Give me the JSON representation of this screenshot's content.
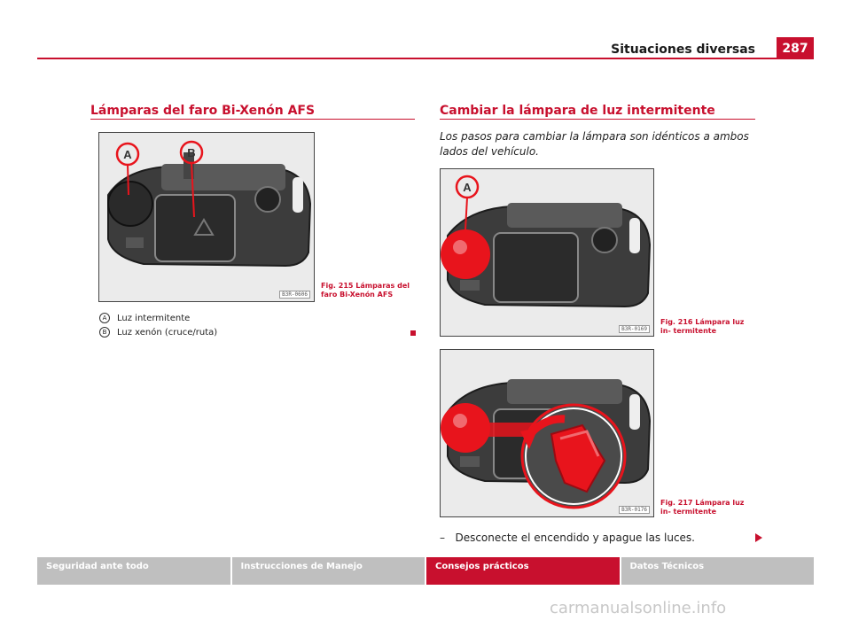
{
  "header": {
    "section_title": "Situaciones diversas",
    "page_number": "287"
  },
  "left": {
    "title": "Lámparas del faro Bi-Xenón AFS",
    "figure": {
      "caption": "Fig. 215  Lámparas del faro Bi-Xenón AFS",
      "code": "B3R-0606",
      "callouts": [
        "A",
        "B"
      ]
    },
    "legend": [
      {
        "key": "A",
        "text": "Luz intermitente"
      },
      {
        "key": "B",
        "text": "Luz xenón (cruce/ruta)"
      }
    ]
  },
  "right": {
    "title": "Cambiar la lámpara de luz intermitente",
    "intro": "Los pasos para cambiar la lámpara son idénticos a ambos lados del vehículo.",
    "figure1": {
      "caption": "Fig. 216  Lámpara luz in- termitente",
      "code": "B3R-0169",
      "callout": "A"
    },
    "figure2": {
      "caption": "Fig. 217  Lámpara luz in- termitente",
      "code": "B3R-0176"
    },
    "step": "Desconecte el encendido y apague las luces.",
    "step_dash": "–"
  },
  "footer": {
    "tabs": [
      {
        "label": "Seguridad ante todo",
        "active": false
      },
      {
        "label": "Instrucciones de Manejo",
        "active": false
      },
      {
        "label": "Consejos prácticos",
        "active": true
      },
      {
        "label": "Datos Técnicos",
        "active": false
      }
    ]
  },
  "watermark": "carmanualsonline.info",
  "colors": {
    "accent": "#c8102e",
    "nav_inactive": "#bfbfbf",
    "lamp_red": "#e8141c"
  }
}
